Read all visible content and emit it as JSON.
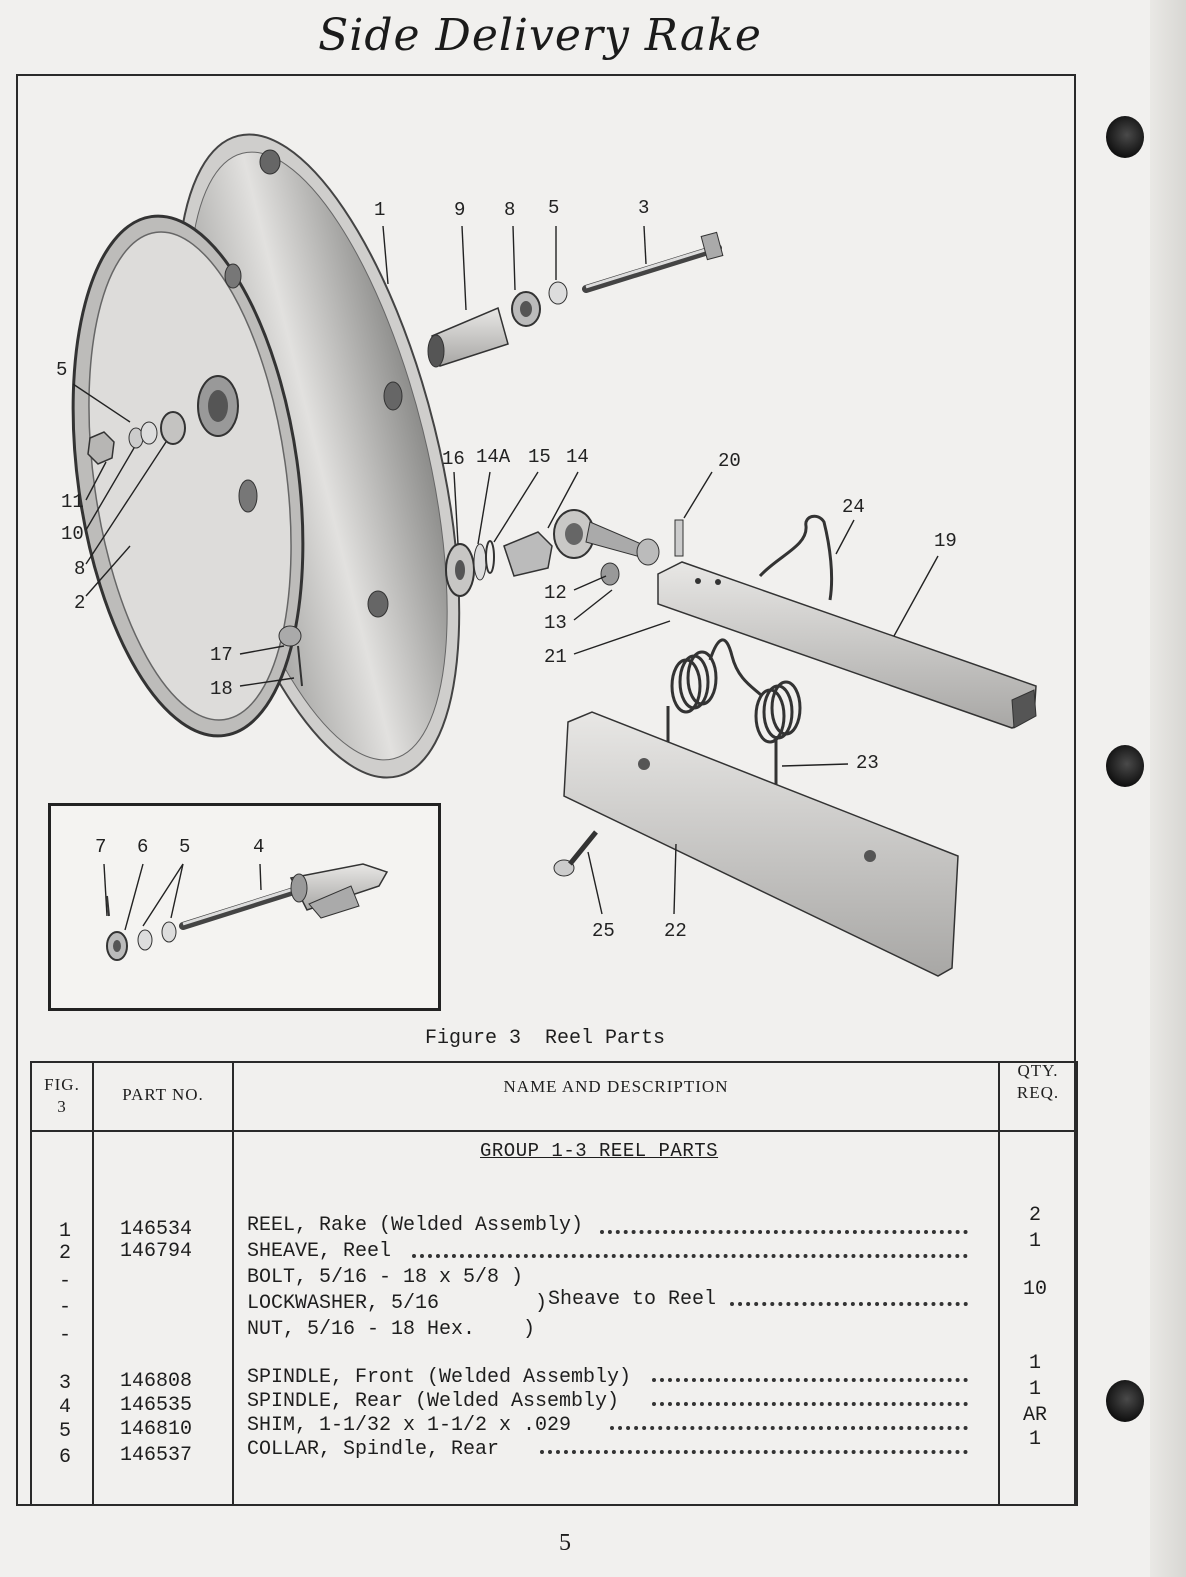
{
  "page_title": "Side Delivery Rake",
  "figure": {
    "caption_prefix": "Figure 3",
    "caption_title": "Reel Parts",
    "callouts": [
      "1",
      "9",
      "8",
      "5",
      "3",
      "5",
      "11",
      "10",
      "8",
      "2",
      "16",
      "14A",
      "15",
      "14",
      "20",
      "24",
      "19",
      "12",
      "13",
      "21",
      "17",
      "18",
      "23",
      "25",
      "22"
    ],
    "inset_callouts": [
      "7",
      "6",
      "5",
      "4"
    ]
  },
  "table": {
    "headers": {
      "fig_line1": "FIG.",
      "fig_line2": "3",
      "part_no": "PART NO.",
      "name": "NAME AND DESCRIPTION",
      "qty_line1": "QTY.",
      "qty_line2": "REQ."
    },
    "group_heading": "GROUP 1-3 REEL PARTS",
    "rows": [
      {
        "fig": "1",
        "part_no": "146534",
        "description": "REEL, Rake (Welded Assembly)",
        "note": "",
        "qty": "2"
      },
      {
        "fig": "2",
        "part_no": "146794",
        "description": "SHEAVE, Reel",
        "note": "",
        "qty": "1"
      },
      {
        "fig": "-",
        "part_no": "",
        "description": "BOLT, 5/16 - 18 x 5/8 )",
        "note": "",
        "qty": ""
      },
      {
        "fig": "-",
        "part_no": "",
        "description": "LOCKWASHER, 5/16        )",
        "note": "Sheave to Reel",
        "qty": "10"
      },
      {
        "fig": "-",
        "part_no": "",
        "description": "NUT, 5/16 - 18 Hex.    )",
        "note": "",
        "qty": ""
      },
      {
        "fig": "3",
        "part_no": "146808",
        "description": "SPINDLE, Front (Welded Assembly)",
        "note": "",
        "qty": "1"
      },
      {
        "fig": "4",
        "part_no": "146535",
        "description": "SPINDLE, Rear (Welded Assembly)",
        "note": "",
        "qty": "1"
      },
      {
        "fig": "5",
        "part_no": "146810",
        "description": "SHIM, 1-1/32 x 1-1/2 x .029",
        "note": "",
        "qty": "AR"
      },
      {
        "fig": "6",
        "part_no": "146537",
        "description": "COLLAR, Spindle, Rear",
        "note": "",
        "qty": "1"
      }
    ]
  },
  "page_number": "5"
}
